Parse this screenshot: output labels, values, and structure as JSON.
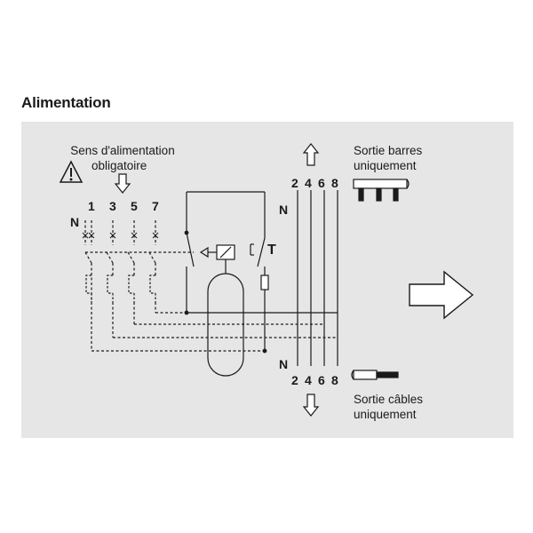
{
  "title": "Alimentation",
  "supply": {
    "line1": "Sens d'alimentation",
    "line2": "obligatoire"
  },
  "inputs": {
    "neutral": "N",
    "phases": [
      "1",
      "3",
      "5",
      "7"
    ]
  },
  "outputs": {
    "neutral_top": "N",
    "neutral_bottom": "N",
    "terminals_top": [
      "2",
      "4",
      "6",
      "8"
    ],
    "terminals_bottom": [
      "2",
      "4",
      "6",
      "8"
    ]
  },
  "test_button": "T",
  "busbar_label": {
    "line1": "Sortie barres",
    "line2": "uniquement"
  },
  "cable_label": {
    "line1": "Sortie câbles",
    "line2": "uniquement"
  },
  "icons": {
    "warning": "warning-triangle-icon",
    "supply_arrow": "arrow-down-outline-icon",
    "busbar_arrow": "arrow-up-outline-icon",
    "cable_arrow": "arrow-down-outline-icon",
    "continue_arrow": "arrow-right-outline-icon"
  },
  "colors": {
    "panel": "#e6e6e6",
    "line": "#1a1a1a"
  }
}
